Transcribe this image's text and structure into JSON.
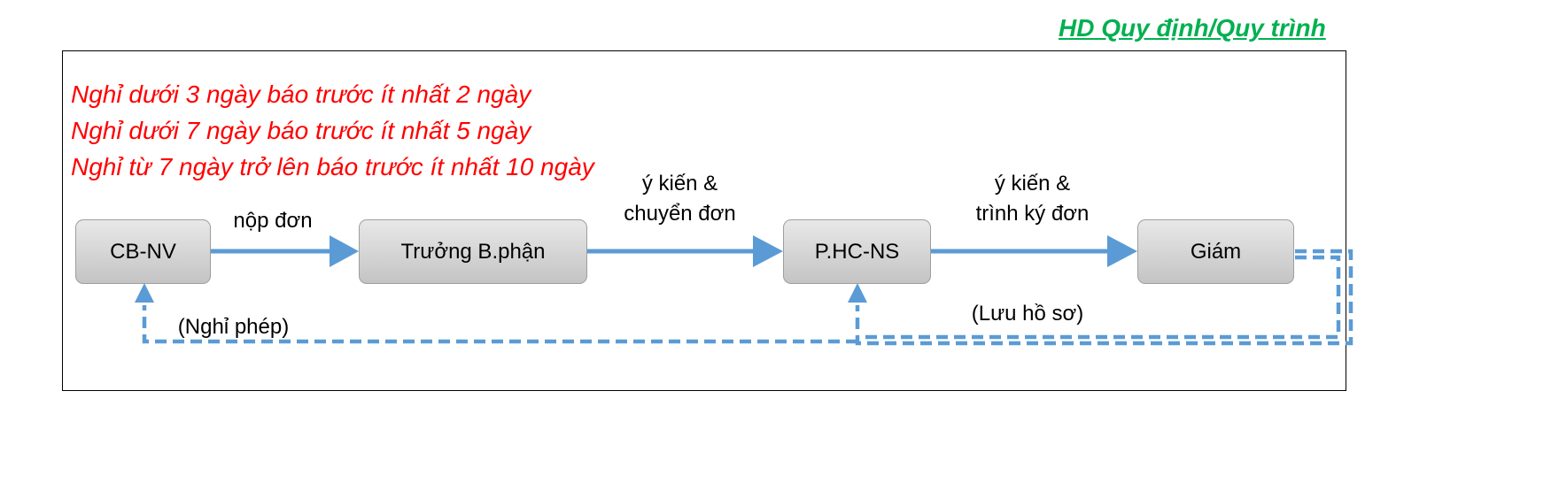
{
  "header": {
    "link_text": "HD Quy định/Quy trình"
  },
  "rules": [
    "Nghỉ dưới 3 ngày báo trước ít nhất 2 ngày",
    "Nghỉ dưới 7 ngày báo trước ít nhất 5 ngày",
    "Nghỉ từ 7 ngày trở lên báo trước ít nhất 10 ngày"
  ],
  "nodes": {
    "employee": "CB-NV",
    "dept_head": "Trưởng B.phận",
    "hr": "P.HC-NS",
    "director": "Giám"
  },
  "edges": {
    "submit": "nộp đơn",
    "opinion_forward": [
      "ý kiến &",
      "chuyển đơn"
    ],
    "opinion_sign": [
      "ý kiến &",
      "trình ký đơn"
    ],
    "archive": "(Lưu hồ sơ)",
    "leave": "(Nghỉ phép)"
  },
  "colors": {
    "arrow": "#5b9bd5",
    "rules_text": "#ff0000",
    "link": "#00b050"
  }
}
